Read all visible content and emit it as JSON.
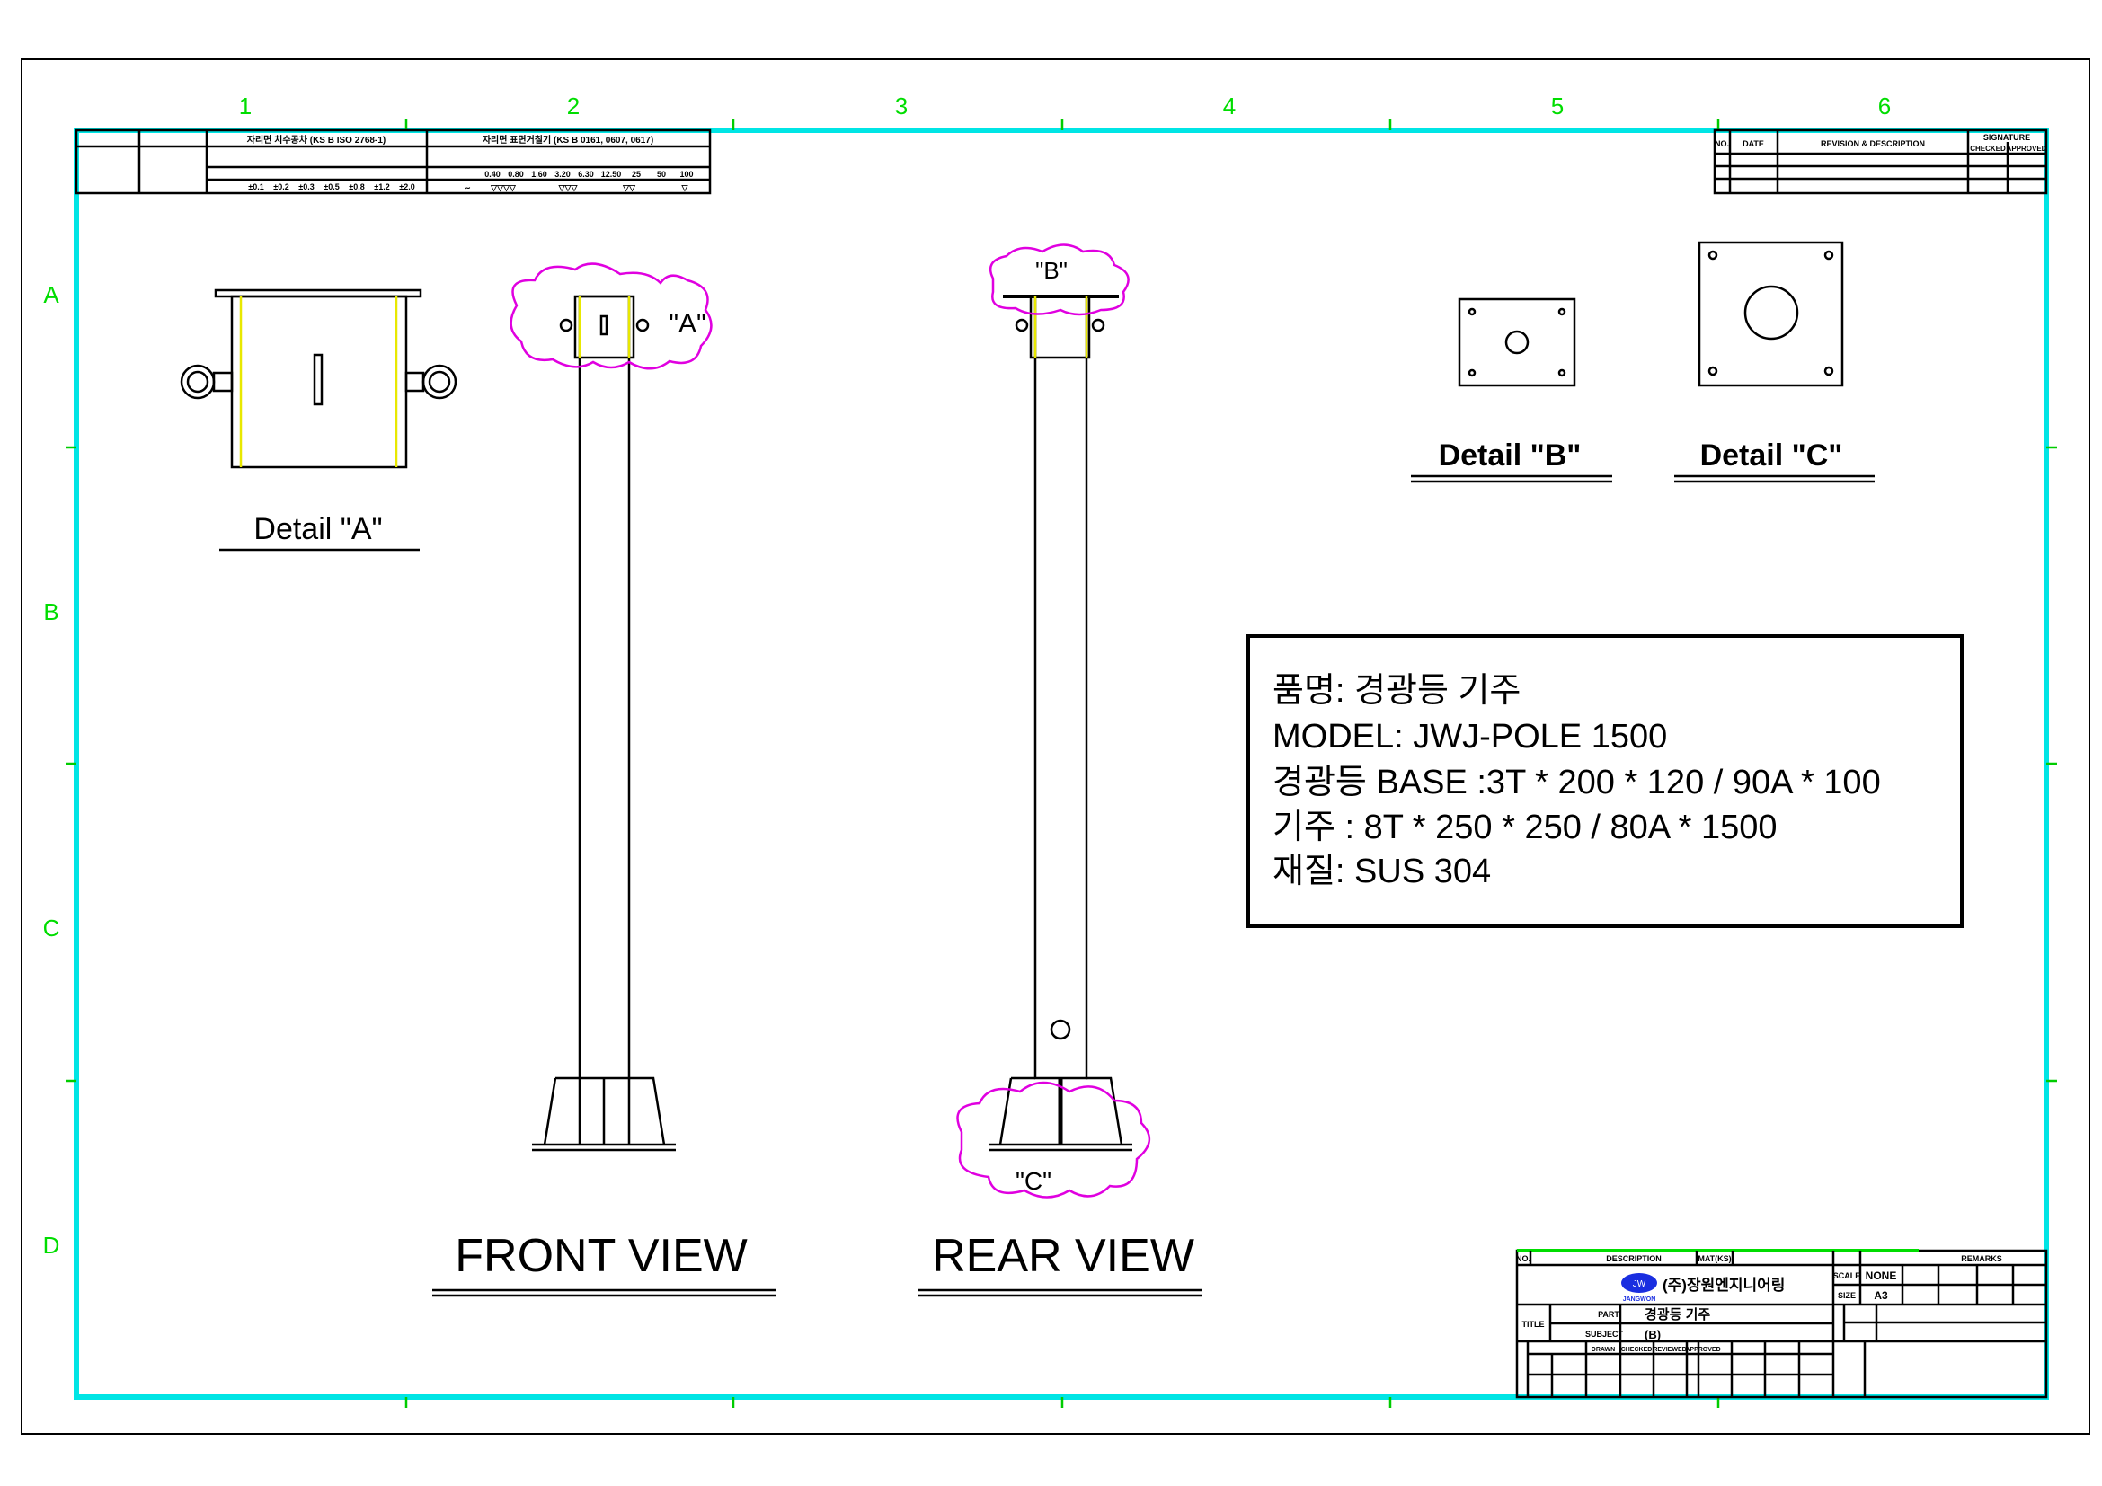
{
  "grid": {
    "columns": [
      "1",
      "2",
      "3",
      "4",
      "5",
      "6"
    ],
    "rows": [
      "A",
      "B",
      "C",
      "D"
    ]
  },
  "views": {
    "detail_a": "Detail \"A\"",
    "detail_b": "Detail \"B\"",
    "detail_c": "Detail \"C\"",
    "front": "FRONT  VIEW",
    "rear": "REAR VIEW",
    "callout_a": "\"A\"",
    "callout_b": "\"B\"",
    "callout_c": "\"C\""
  },
  "spec": {
    "lines": [
      "품명: 경광등 기주",
      "MODEL: JWJ-POLE 1500",
      "경광등 BASE :3T * 200 * 120 / 90A * 100",
      "기주 : 8T * 250 * 250 / 80A * 1500",
      "재질: SUS 304"
    ]
  },
  "tolerance_table": {
    "h1": "자리면 표면거칠기 (KS B 0161, 0607, 0617)",
    "h0": "자리면 치수공차 (KS B ISO 2768-1)",
    "values": [
      "±0.1",
      "±0.2",
      "±0.3",
      "±0.5",
      "±0.8",
      "±1.2",
      "±2.0"
    ],
    "roughness": [
      "0.40",
      "0.80",
      "1.60",
      "3.20",
      "6.30",
      "12.50",
      "25",
      "50",
      "100"
    ],
    "symbols": [
      "∼",
      "▽▽▽▽",
      "▽▽▽",
      "▽▽",
      "▽"
    ]
  },
  "revision_table": {
    "no": "NO.",
    "date": "DATE",
    "desc": "REVISION & DESCRIPTION",
    "sign": "SIGNATURE",
    "checked": "CHECKED",
    "approved": "APPROVED"
  },
  "title_block": {
    "no": "NO.",
    "description": "DESCRIPTION",
    "mat": "MAT(KS)",
    "remarks": "REMARKS",
    "company": "(주)장원엔지니어링",
    "logo": "JANGWON",
    "logo_mark": "JW",
    "scale_label": "SCALE",
    "scale": "NONE",
    "size_label": "SIZE",
    "size": "A3",
    "title_label": "TITLE",
    "part_label": "PART",
    "part": "경광등 기주",
    "subject_label": "SUBJECT",
    "subject": "(B)",
    "drawn": "DRAWN",
    "checked": "CHECKED",
    "reviewed": "REVIEWED",
    "approved": "APPROVED"
  }
}
